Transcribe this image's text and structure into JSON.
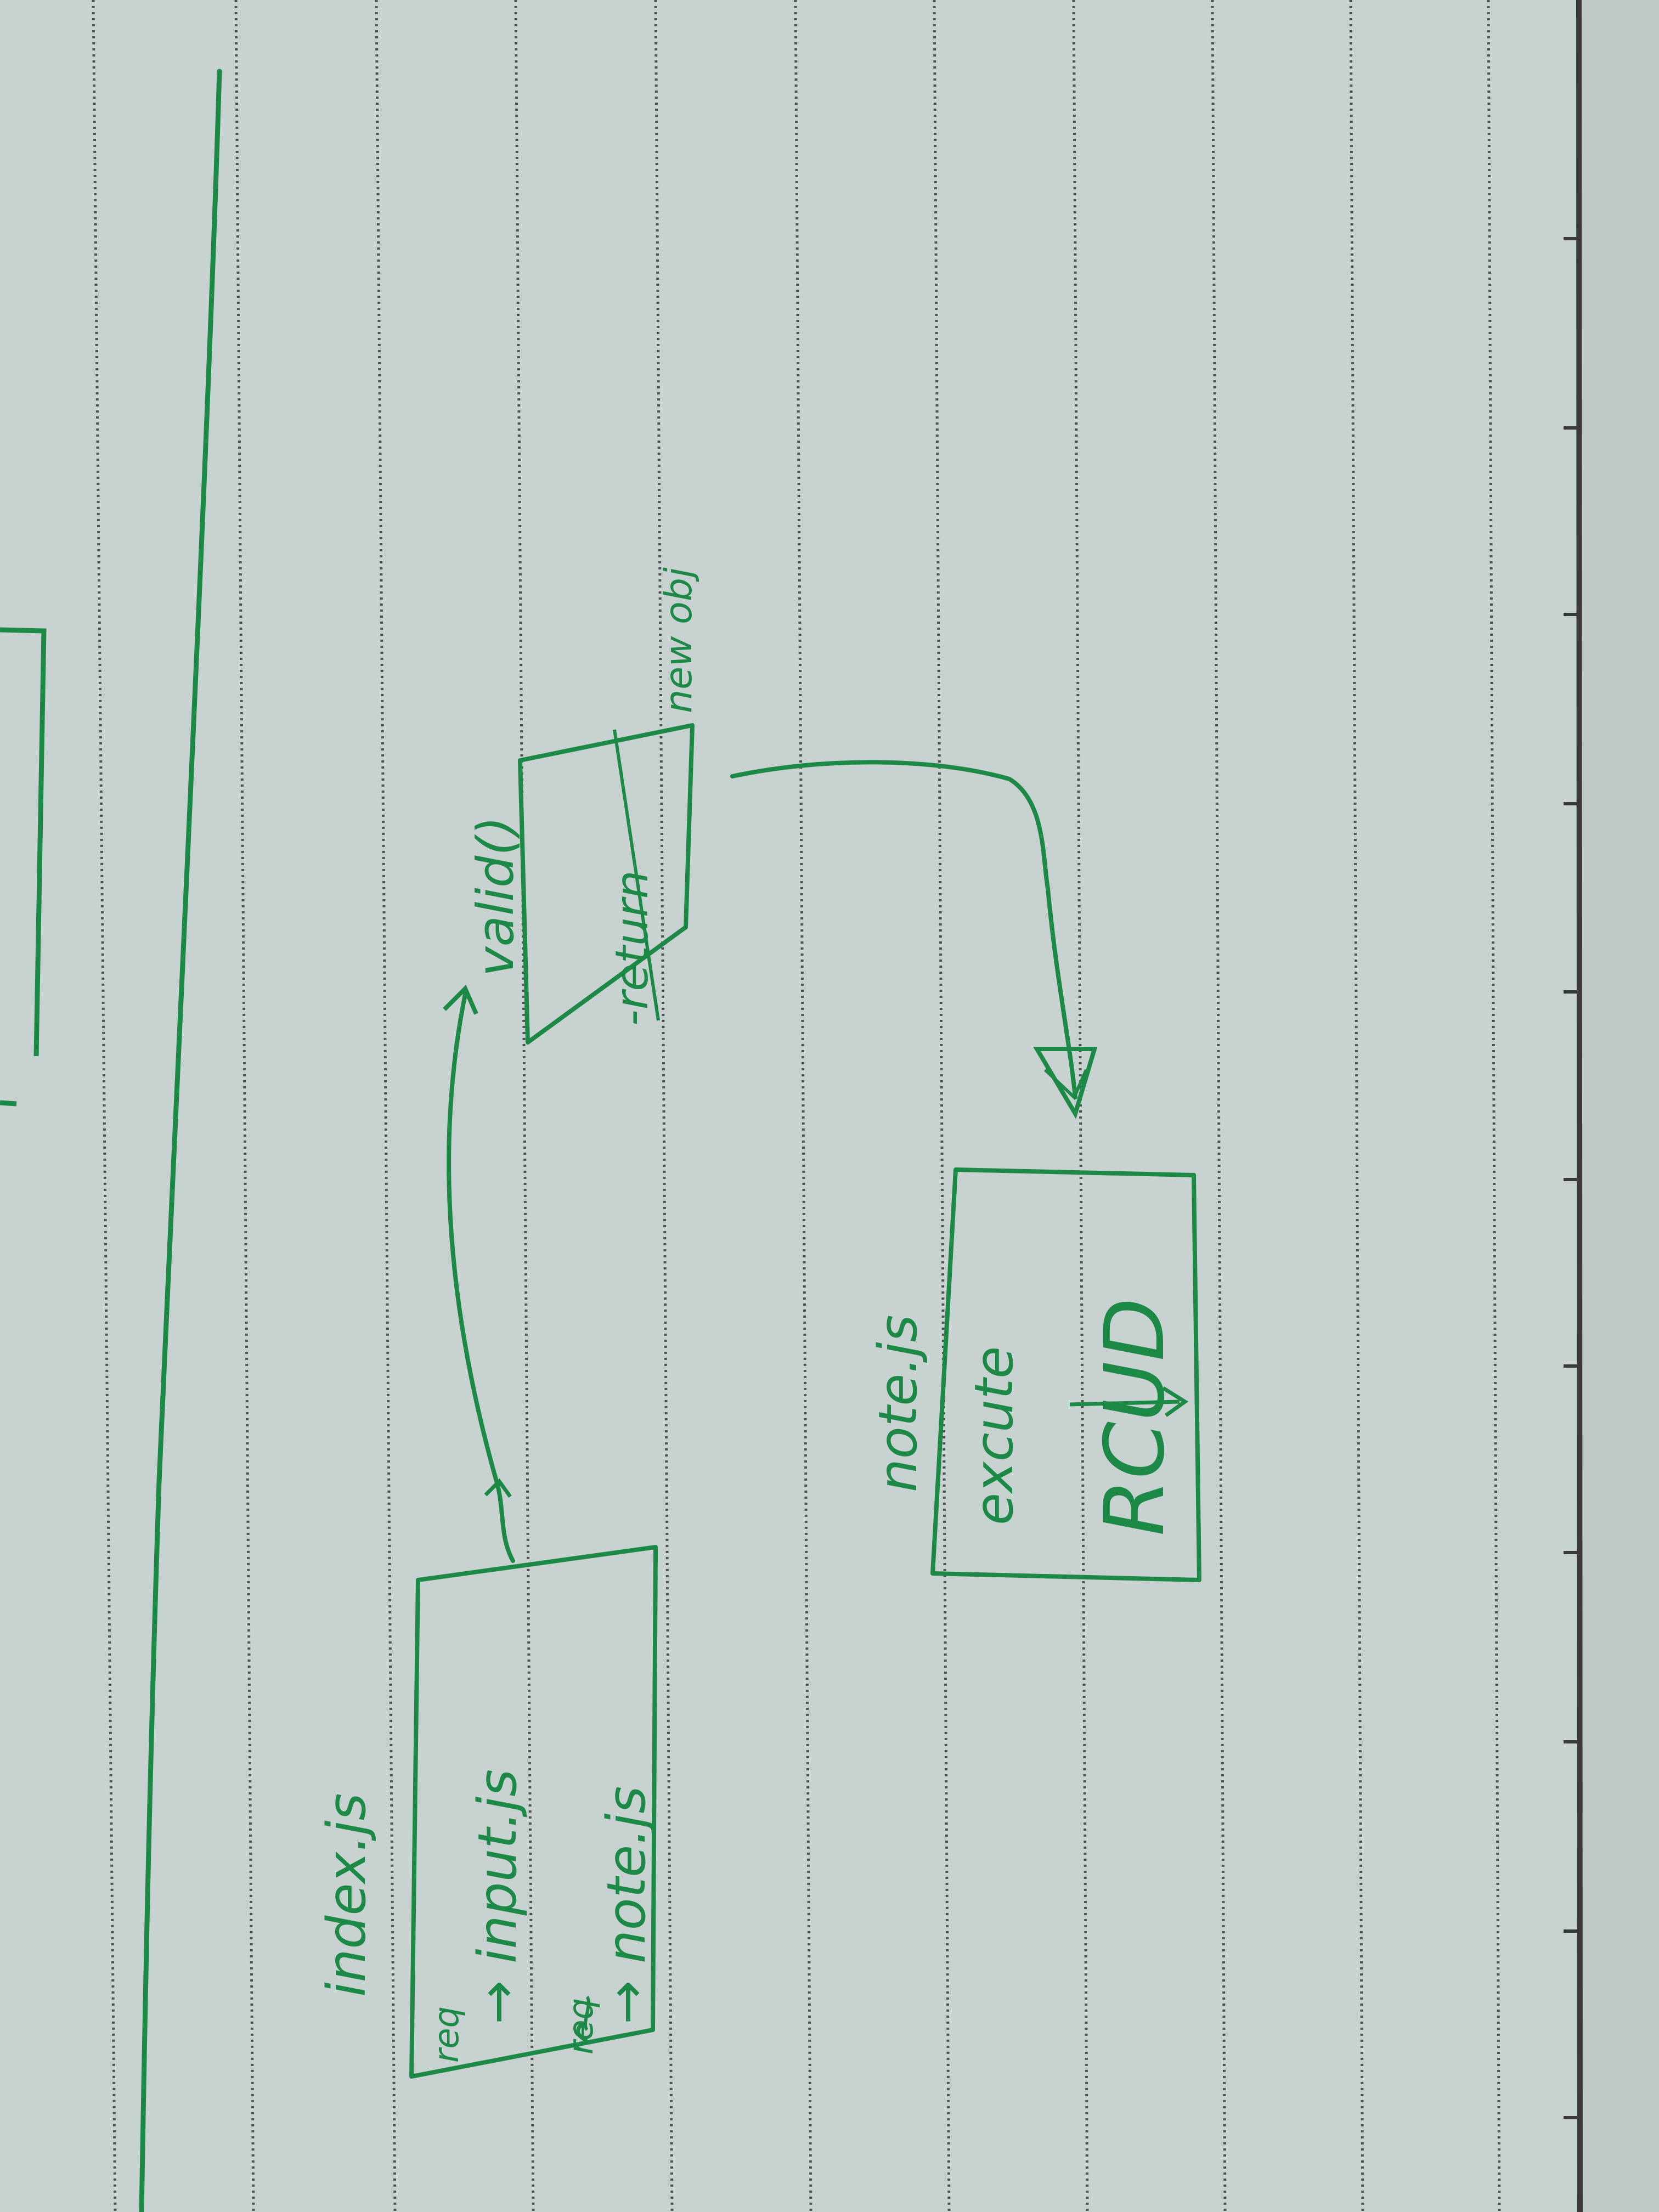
{
  "colors": {
    "paper": "#c8d2d1",
    "rule": "#3c3c3c",
    "ink": "#1c8a46"
  },
  "labels": {
    "index_title": "index.js",
    "index_line1": "→ input.js",
    "index_line2": "→ note.js",
    "index_req1": "req",
    "index_req2": "req",
    "valid_title": "valid()",
    "valid_line1": "-return",
    "valid_line2": "new obj",
    "note_title": "note.js",
    "note_line1": "excute",
    "note_line2": "RCUD"
  }
}
